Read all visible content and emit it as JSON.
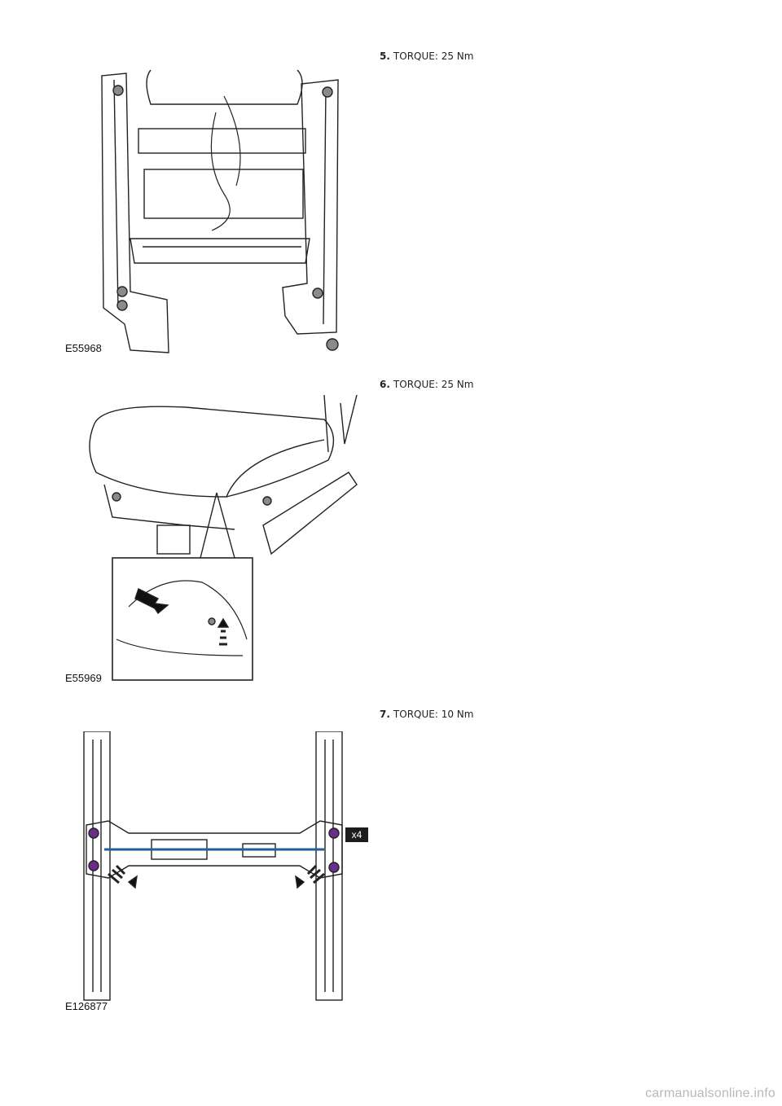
{
  "steps": [
    {
      "num": "5.",
      "text": "TORQUE: 25 Nm",
      "figure_code": "E55968"
    },
    {
      "num": "6.",
      "text": "TORQUE: 25 Nm",
      "figure_code": "E55969"
    },
    {
      "num": "7.",
      "text": "TORQUE: 10 Nm",
      "figure_code": "E126877",
      "callout": "x4"
    }
  ],
  "footer": "carmanualsonline.info"
}
